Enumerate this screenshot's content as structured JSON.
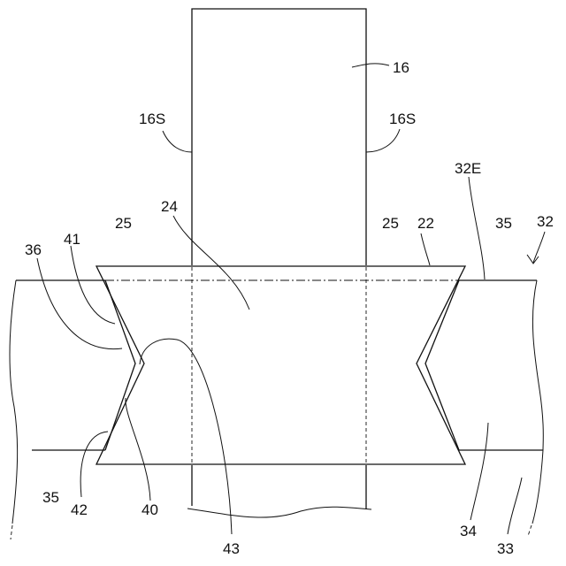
{
  "labels": {
    "l16": "16",
    "l16s_left": "16S",
    "l16s_right": "16S",
    "l32e": "32E",
    "l32": "32",
    "l24": "24",
    "l25_left": "25",
    "l25_right": "25",
    "l22": "22",
    "l35_top": "35",
    "l36": "36",
    "l41": "41",
    "l35_bottom": "35",
    "l42": "42",
    "l40": "40",
    "l43": "43",
    "l34": "34",
    "l33": "33"
  }
}
